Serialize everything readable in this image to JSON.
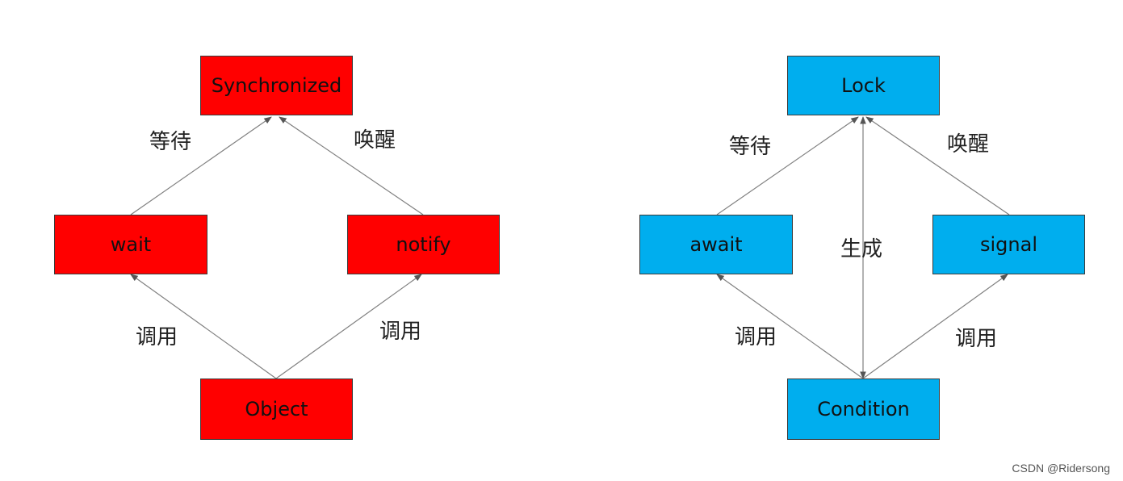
{
  "left_diagram": {
    "colors": {
      "node_fill": "#ff0000"
    },
    "nodes": {
      "top": "Synchronized",
      "left": "wait",
      "right": "notify",
      "bottom": "Object"
    },
    "edge_labels": {
      "wait_to_top": "等待",
      "notify_to_top": "唤醒",
      "bottom_to_wait": "调用",
      "bottom_to_notify": "调用"
    }
  },
  "right_diagram": {
    "colors": {
      "node_fill": "#00aeee"
    },
    "nodes": {
      "top": "Lock",
      "left": "await",
      "right": "signal",
      "bottom": "Condition"
    },
    "edge_labels": {
      "await_to_top": "等待",
      "signal_to_top": "唤醒",
      "top_to_bottom": "生成",
      "bottom_to_await": "调用",
      "bottom_to_signal": "调用"
    }
  },
  "watermark": "CSDN @Ridersong"
}
